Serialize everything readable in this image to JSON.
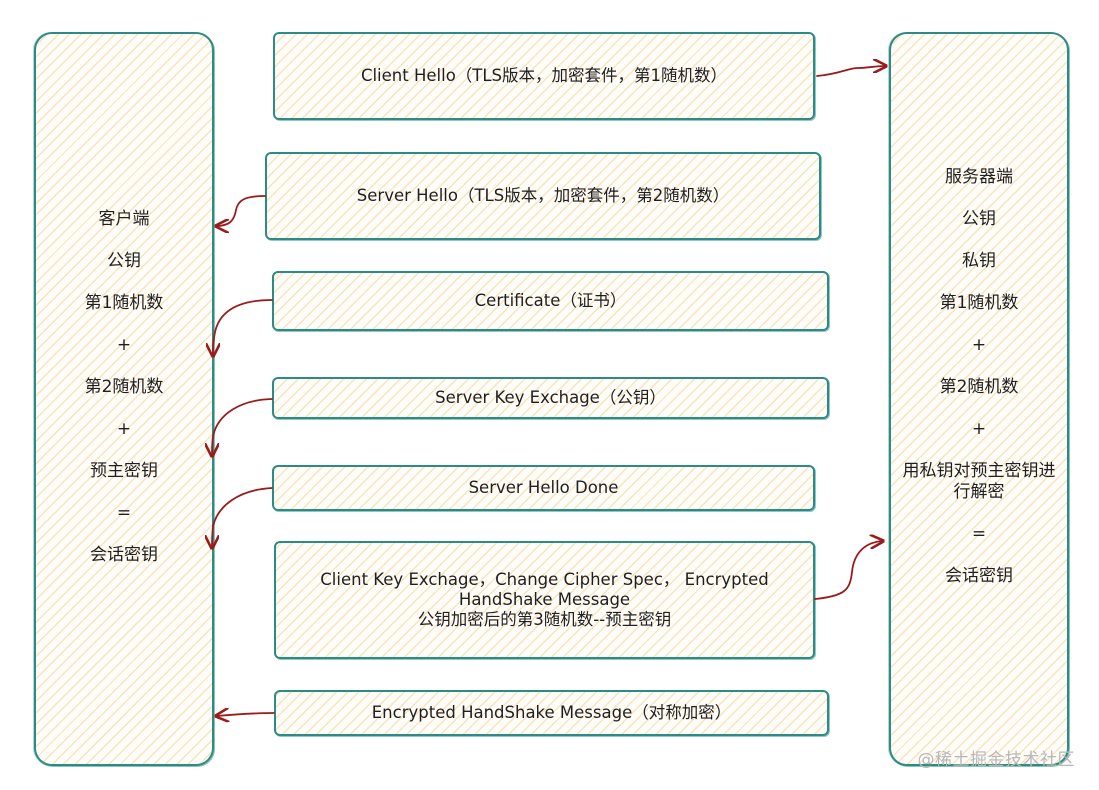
{
  "client_panel": {
    "lines": [
      "客户端",
      "公钥",
      "第1随机数",
      "+",
      "第2随机数",
      "+",
      "预主密钥",
      "=",
      "会话密钥"
    ]
  },
  "server_panel": {
    "lines": [
      "服务器端",
      "公钥",
      "私钥",
      "第1随机数",
      "+",
      "第2随机数",
      "+",
      "用私钥对预主密钥进行解密",
      "=",
      "会话密钥"
    ]
  },
  "messages": [
    {
      "lines": [
        "Client Hello（TLS版本，加密套件，第1随机数）"
      ]
    },
    {
      "lines": [
        "Server Hello（TLS版本，加密套件，第2随机数）"
      ]
    },
    {
      "lines": [
        "Certificate（证书）"
      ]
    },
    {
      "lines": [
        "Server Key Exchage（公钥）"
      ]
    },
    {
      "lines": [
        "Server Hello Done"
      ]
    },
    {
      "lines": [
        "Client Key Exchage，Change Cipher Spec， Encrypted HandShake Message",
        "公钥加密后的第3随机数--预主密钥"
      ]
    },
    {
      "lines": [
        "Encrypted HandShake Message（对称加密）"
      ]
    }
  ],
  "watermark": "@稀土掘金技术社区",
  "colors": {
    "box_border": "#2b8c84",
    "arrow": "#9b1b1b",
    "hatch": "#f4cd96"
  }
}
